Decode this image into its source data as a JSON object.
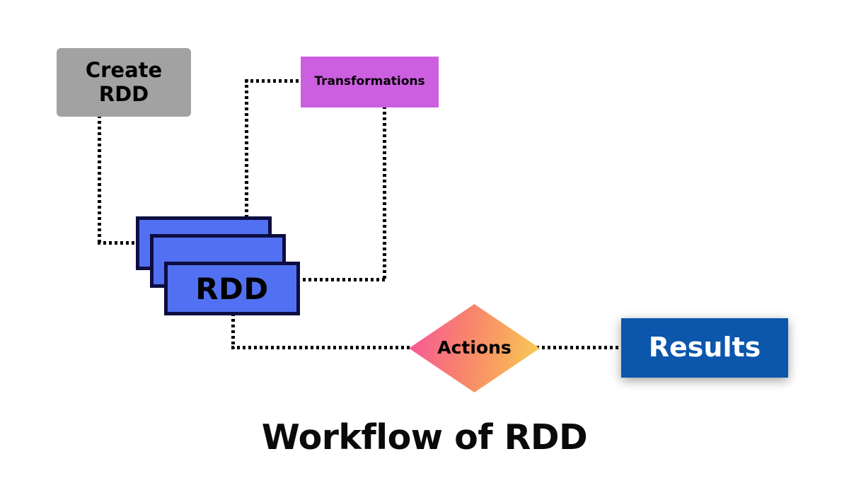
{
  "diagram": {
    "title": "Workflow of RDD",
    "background_color": "#ffffff",
    "nodes": {
      "create_rdd": {
        "label_line1": "Create",
        "label_line2": "RDD",
        "shape": "rounded-rectangle",
        "fill_color": "#a2a2a2",
        "text_color": "#000000"
      },
      "transformations": {
        "label": "Transformations",
        "shape": "rectangle",
        "fill_color": "#cc5fe0",
        "text_color": "#000000"
      },
      "rdd": {
        "label": "RDD",
        "shape": "stacked-rectangles",
        "count": 3,
        "fill_color": "#5271f2",
        "border_color": "#0d0d40",
        "text_color": "#000000"
      },
      "actions": {
        "label": "Actions",
        "shape": "diamond",
        "gradient_start_color": "#f5559a",
        "gradient_end_color": "#f7d354",
        "text_color": "#000000"
      },
      "results": {
        "label": "Results",
        "shape": "rectangle",
        "fill_color": "#0c56ac",
        "text_color": "#ffffff"
      }
    },
    "connectors": [
      {
        "name": "create-rdd-to-rdd",
        "from": "create_rdd",
        "to": "rdd",
        "style": "dotted"
      },
      {
        "name": "transformations-to-rdd",
        "from": "transformations",
        "to": "rdd",
        "style": "dotted"
      },
      {
        "name": "rdd-to-transformations",
        "from": "rdd",
        "to": "transformations",
        "style": "dotted"
      },
      {
        "name": "rdd-to-actions",
        "from": "rdd",
        "to": "actions",
        "style": "dotted"
      },
      {
        "name": "actions-to-results",
        "from": "actions",
        "to": "results",
        "style": "dotted"
      }
    ]
  }
}
